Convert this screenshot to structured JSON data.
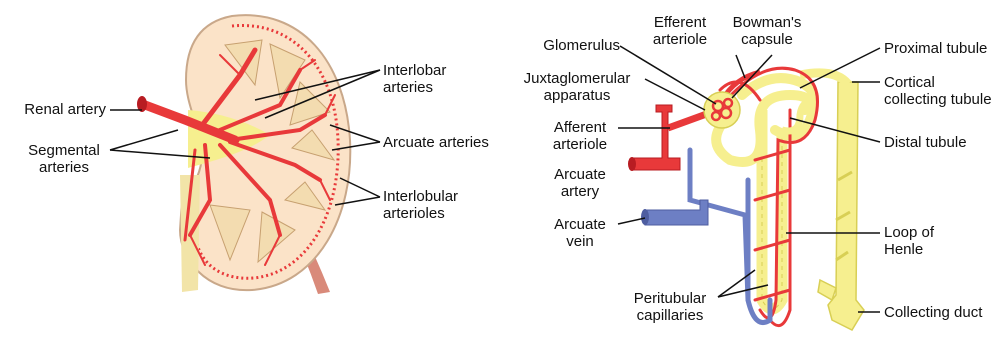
{
  "colors": {
    "artery": "#e8393a",
    "artery_dark": "#b81c22",
    "vein": "#6d7fc4",
    "tubule": "#f6ef8f",
    "tubule_edge": "#d8cf55",
    "cortex": "#fbe3c8",
    "pyramid": "#f3dcb0",
    "leader": "#111111"
  },
  "icons": [
    "kidney-illustration",
    "nephron-illustration"
  ],
  "kidney": {
    "renal_artery": "Renal artery",
    "segmental_1": "Segmental",
    "segmental_2": "arteries",
    "interlobar_1": "Interlobar",
    "interlobar_2": "arteries",
    "arcuate": "Arcuate arteries",
    "interlobular_1": "Interlobular",
    "interlobular_2": "arterioles"
  },
  "nephron": {
    "efferent_1": "Efferent",
    "efferent_2": "arteriole",
    "bowman_1": "Bowman's",
    "bowman_2": "capsule",
    "glomerulus": "Glomerulus",
    "jg_1": "Juxtaglomerular",
    "jg_2": "apparatus",
    "afferent_1": "Afferent",
    "afferent_2": "arteriole",
    "arcuate_artery_1": "Arcuate",
    "arcuate_artery_2": "artery",
    "arcuate_vein_1": "Arcuate",
    "arcuate_vein_2": "vein",
    "peritubular_1": "Peritubular",
    "peritubular_2": "capillaries",
    "proximal": "Proximal tubule",
    "cortical_1": "Cortical",
    "cortical_2": "collecting tubule",
    "distal": "Distal tubule",
    "loop_1": "Loop of",
    "loop_2": "Henle",
    "collecting_duct": "Collecting duct"
  }
}
